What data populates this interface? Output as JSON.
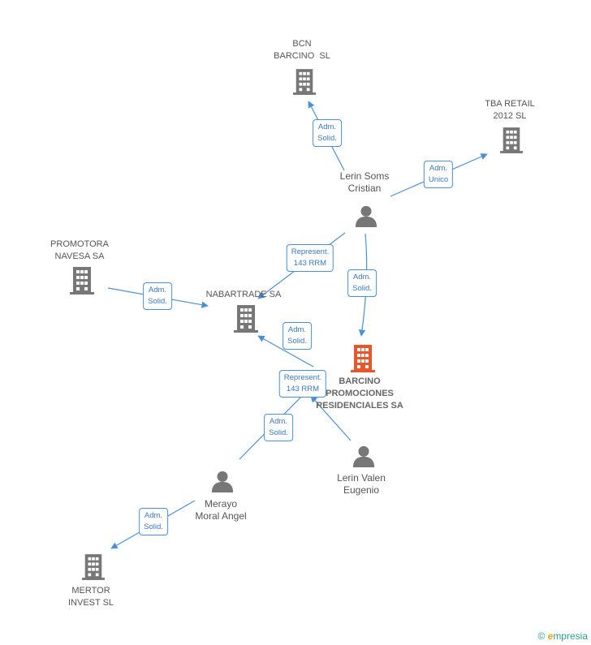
{
  "nodes": {
    "bcn": {
      "label": "BCN\nBARCINO  SL"
    },
    "tba": {
      "label": "TBA RETAIL\n2012 SL"
    },
    "promotora": {
      "label": "PROMOTORA\nNAVESA SA"
    },
    "nabartrade": {
      "label": "NABARTRADE SA"
    },
    "barcino": {
      "label": "BARCINO\nPROMOCIONES\nRESIDENCIALES SA"
    },
    "mertor": {
      "label": "MERTOR\nINVEST SL"
    },
    "lerin_soms": {
      "label": "Lerin Soms\nCristian"
    },
    "lerin_valen": {
      "label": "Lerin Valen\nEugenio"
    },
    "merayo": {
      "label": "Merayo\nMoral Angel"
    }
  },
  "edges": {
    "e1": "Adm.\nSolid.",
    "e2": "Adm.\nUnico",
    "e3": "Represent.\n143 RRM",
    "e4": "Adm.\nSolid.",
    "e5": "Adm.\nSolid.",
    "e6": "Adm.\nSolid.",
    "e7": "Represent.\n143 RRM",
    "e8": "Adm.\nSolid.",
    "e9": "Adm.\nSolid."
  },
  "colors": {
    "building": "#777777",
    "main_building": "#e8572a",
    "person": "#777777",
    "edge": "#4a90d9"
  },
  "copyright": {
    "symbol": "©",
    "brand_e": "e",
    "brand_rest": "mpresia"
  }
}
